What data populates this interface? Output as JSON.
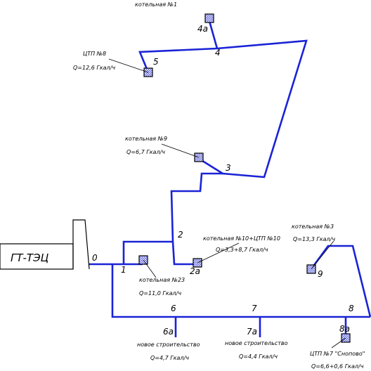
{
  "plant": {
    "label": "ГТ-ТЭЦ"
  },
  "nodes": {
    "n0": "0",
    "n1": "1",
    "n2": "2",
    "n2a": "2а",
    "n3": "3",
    "n4": "4",
    "n4a": "4а",
    "n5": "5",
    "n6": "6",
    "n6a": "6а",
    "n7": "7",
    "n7a": "7а",
    "n8": "8",
    "n8a": "8а",
    "n9": "9"
  },
  "consumers": {
    "c4a": {
      "name": "котельная №1"
    },
    "c5": {
      "name": "ЦТП №8",
      "load": "Q=12,6 Гкал/ч"
    },
    "c3": {
      "name": "котельная №9",
      "load": "Q=6,7 Гкал/ч"
    },
    "c2a": {
      "name": "котельная №10+ЦТП №10",
      "load": "Q=3,3+8,7 Гкал/ч"
    },
    "c1": {
      "name": "котельная №23",
      "load": "Q=11,0 Гкал/ч"
    },
    "c9": {
      "name": "котельная №3",
      "load": "Q=13,3 Гкал/ч"
    },
    "c6a": {
      "name": "новое строительство",
      "load": "Q=4,7 Гкал/ч"
    },
    "c7a": {
      "name": "новое строительство",
      "load": "Q=4,4 Гкал/ч"
    },
    "c8a": {
      "name": "ЦТП №7 \"Сноповo\"",
      "load": "Q=6,6+0,6 Гкал/ч"
    }
  },
  "colors": {
    "pipe": "#1a23d6",
    "consumer_fill": "#3b44d8",
    "text": "#000000"
  }
}
